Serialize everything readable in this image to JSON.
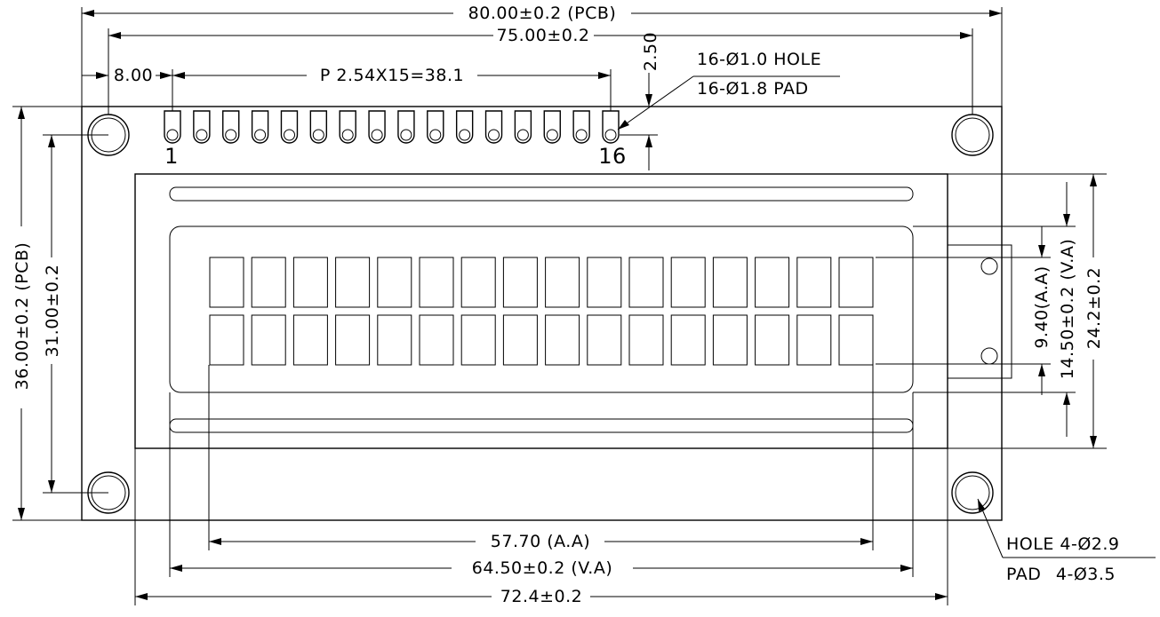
{
  "drawing": {
    "title": "16x2 Character LCD Module - Mechanical Outline",
    "line_color": "#000000",
    "background": "#ffffff"
  },
  "dims": {
    "pcb_width": "80.00±0.2 (PCB)",
    "hole_spacing_x": "75.00±0.2",
    "pin1_offset": "8.00",
    "pin_pitch": "P 2.54X15=38.1",
    "pin_row_offset": "2.50",
    "pin_hole": "16-Ø1.0 HOLE",
    "pin_pad": "16-Ø1.8 PAD",
    "pin_first": "1",
    "pin_last": "16",
    "pcb_height": "36.00±0.2 (PCB)",
    "hole_spacing_y": "31.00±0.2",
    "aa_height": "9.40(A.A)",
    "va_height": "14.50±0.2 (V.A)",
    "bezel_height": "24.2±0.2",
    "aa_width": "57.70 (A.A)",
    "va_width": "64.50±0.2 (V.A)",
    "bezel_width": "72.4±0.2",
    "mount_hole": "HOLE 4-Ø2.9",
    "mount_pad": "PAD 4-Ø3.5"
  },
  "character_grid": {
    "rows": 2,
    "columns": 16
  },
  "pins": {
    "count": 16
  },
  "icons": [
    "mounting-hole-icon",
    "pin-pad-icon",
    "dimension-arrow-icon",
    "backlight-tab-icon"
  ]
}
